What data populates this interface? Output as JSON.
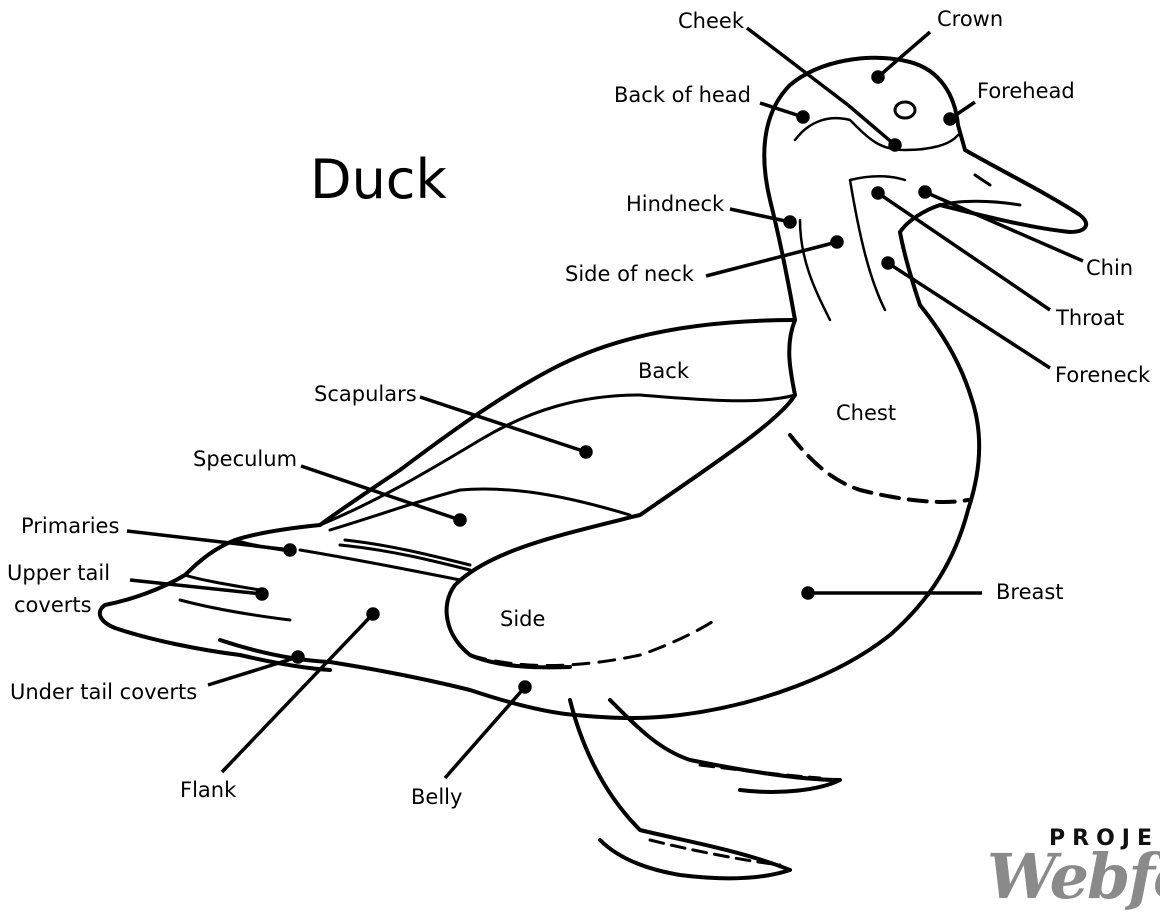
{
  "title": "Duck",
  "labels": {
    "cheek": "Cheek",
    "crown": "Crown",
    "back_of_head": "Back of head",
    "forehead": "Forehead",
    "hindneck": "Hindneck",
    "side_of_neck": "Side of neck",
    "chin": "Chin",
    "throat": "Throat",
    "foreneck": "Foreneck",
    "back": "Back",
    "chest": "Chest",
    "scapulars": "Scapulars",
    "speculum": "Speculum",
    "primaries": "Primaries",
    "upper_tail_coverts_1": "Upper tail",
    "upper_tail_coverts_2": "coverts",
    "side": "Side",
    "breast": "Breast",
    "under_tail_coverts": "Under tail coverts",
    "flank": "Flank",
    "belly": "Belly"
  },
  "logo": {
    "top": "PROJE",
    "bottom": "Webfo"
  },
  "colors": {
    "line": "#000000",
    "logo_gray": "#8a8a8a"
  }
}
